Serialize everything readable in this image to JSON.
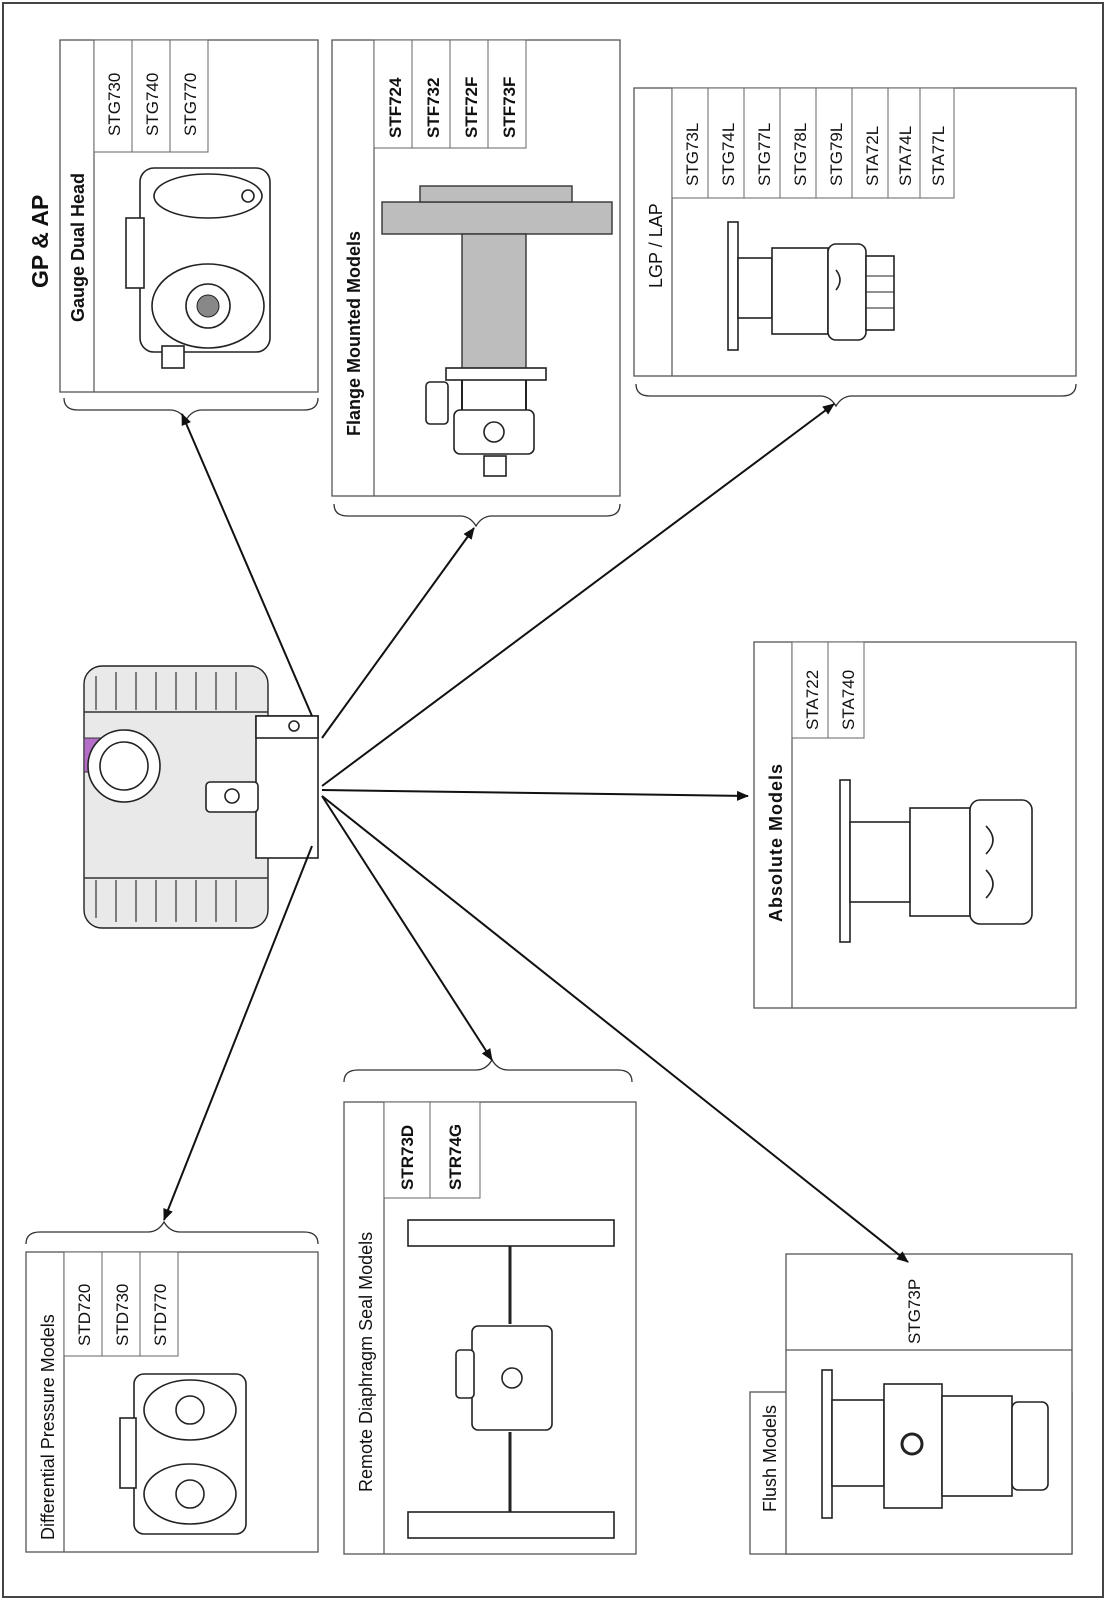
{
  "title": "GP & AP",
  "groups": {
    "gauge_dual_head": {
      "label": "Gauge Dual Head",
      "models": [
        "STG730",
        "STG740",
        "STG770"
      ]
    },
    "flange_mounted": {
      "label": "Flange Mounted Models",
      "models": [
        "STF724",
        "STF732",
        "STF72F",
        "STF73F"
      ]
    },
    "lgp_lap": {
      "label": "LGP / LAP",
      "models": [
        "STG73L",
        "STG74L",
        "STG77L",
        "STG78L",
        "STG79L",
        "STA72L",
        "STA74L",
        "STA77L"
      ]
    },
    "absolute": {
      "label": "Absolute Models",
      "models": [
        "STA722",
        "STA740"
      ]
    },
    "differential": {
      "label": "Differential Pressure Models",
      "models": [
        "STD720",
        "STD730",
        "STD770"
      ]
    },
    "remote_seal": {
      "label": "Remote Diaphragm Seal Models",
      "models": [
        "STR73D",
        "STR74G"
      ]
    },
    "flush": {
      "label": "Flush Models",
      "models": [
        "STG73P"
      ]
    }
  }
}
